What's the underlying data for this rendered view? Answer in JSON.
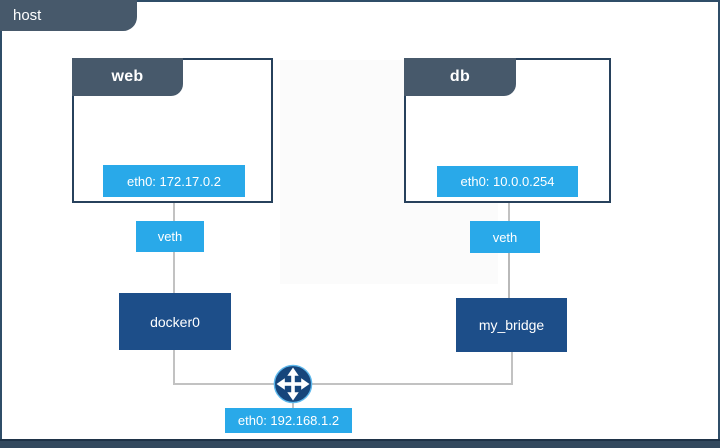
{
  "host": {
    "label": "host",
    "interface_label": "eth0: 192.168.1.2"
  },
  "containers": [
    {
      "name": "web",
      "interface_label": "eth0: 172.17.0.2",
      "veth_label": "veth",
      "bridge_label": "docker0"
    },
    {
      "name": "db",
      "interface_label": "eth0: 10.0.0.254",
      "veth_label": "veth",
      "bridge_label": "my_bridge"
    }
  ],
  "icons": {
    "router": "router-crossroads-icon"
  },
  "edges": [
    "web -> veth",
    "veth -> docker0",
    "docker0 -> host eth0",
    "db -> veth",
    "veth -> my_bridge",
    "my_bridge -> host eth0",
    "router -> eth0: 192.168.1.2"
  ],
  "colors": {
    "accent_blue": "#29A9E9",
    "navy": "#1D4E89",
    "slate_tab": "#47596B",
    "border": "#27415C",
    "edge_gray": "#C2C2C2"
  }
}
